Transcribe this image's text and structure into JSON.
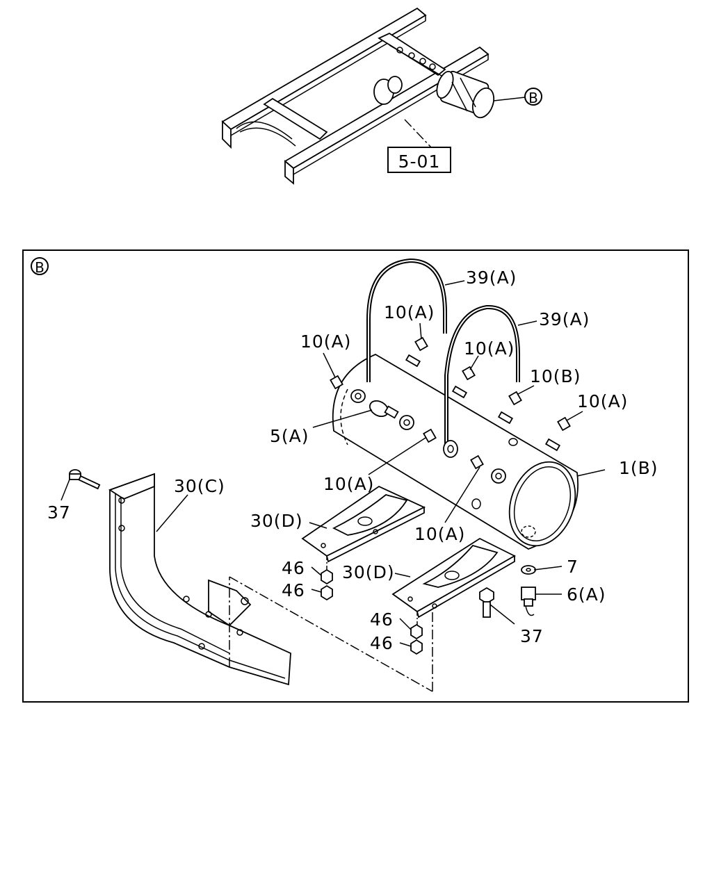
{
  "overview": {
    "callout_ref": "B",
    "section_ref": "5-01"
  },
  "detail": {
    "view_marker": "B",
    "labels": {
      "strap_upper": "39(A)",
      "strap_lower": "39(A)",
      "nut_a1": "10(A)",
      "nut_a2": "10(A)",
      "nut_a3": "10(A)",
      "nut_b": "10(B)",
      "nut_a4": "10(A)",
      "fitting": "5(A)",
      "tank": "1(B)",
      "nut_a5": "10(A)",
      "nut_a6": "10(A)",
      "bracket_c": "30(C)",
      "bracket_d1": "30(D)",
      "bracket_d2": "30(D)",
      "bolt_left": "37",
      "bolt_right": "37",
      "washer": "7",
      "drain_valve": "6(A)",
      "nut_46_1": "46",
      "nut_46_2": "46",
      "nut_46_3": "46",
      "nut_46_4": "46"
    }
  }
}
